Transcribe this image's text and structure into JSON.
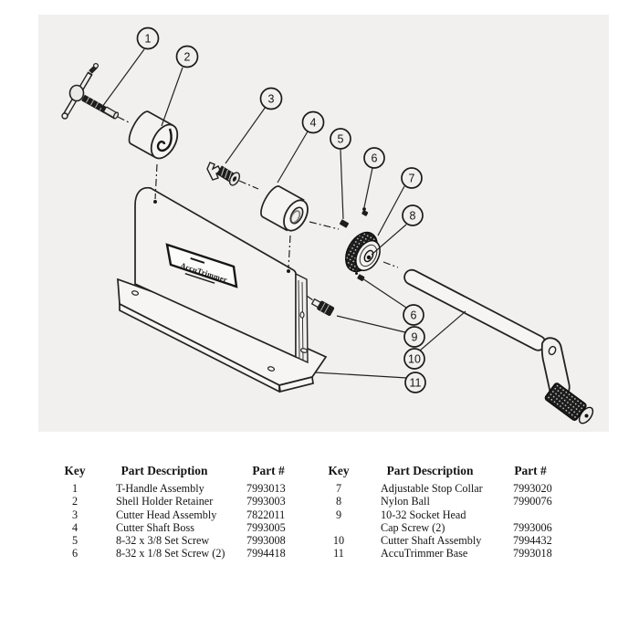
{
  "diagram": {
    "base_plate_label": "AccuTrimmer",
    "callouts": [
      "1",
      "2",
      "3",
      "4",
      "5",
      "6",
      "7",
      "8",
      "6",
      "9",
      "10",
      "11"
    ]
  },
  "tables": {
    "left": {
      "headers": {
        "key": "Key",
        "desc": "Part Description",
        "part": "Part #"
      },
      "rows": [
        {
          "key": "1",
          "desc": "T-Handle Assembly",
          "part": "7993013"
        },
        {
          "key": "2",
          "desc": "Shell Holder Retainer",
          "part": "7993003"
        },
        {
          "key": "3",
          "desc": "Cutter Head Assembly",
          "part": "7822011"
        },
        {
          "key": "4",
          "desc": "Cutter Shaft Boss",
          "part": "7993005"
        },
        {
          "key": "5",
          "desc": "8-32 x 3/8 Set Screw",
          "part": "7993008"
        },
        {
          "key": "6",
          "desc": "8-32 x 1/8 Set Screw (2)",
          "part": "7994418"
        }
      ]
    },
    "right": {
      "headers": {
        "key": "Key",
        "desc": "Part Description",
        "part": "Part #"
      },
      "rows": [
        {
          "key": "7",
          "desc": "Adjustable Stop Collar",
          "part": "7993020"
        },
        {
          "key": "8",
          "desc": "Nylon Ball",
          "part": "7990076"
        },
        {
          "key": "9",
          "desc": "10-32 Socket Head",
          "part": ""
        },
        {
          "key": "",
          "desc": "Cap Screw (2)",
          "part": "7993006"
        },
        {
          "key": "10",
          "desc": "Cutter Shaft Assembly",
          "part": "7994432"
        },
        {
          "key": "11",
          "desc": "AccuTrimmer Base",
          "part": "7993018"
        }
      ]
    }
  },
  "colors": {
    "ink": "#1b1b1b",
    "scan_background": "#f1f0ee",
    "paper": "#ffffff"
  }
}
